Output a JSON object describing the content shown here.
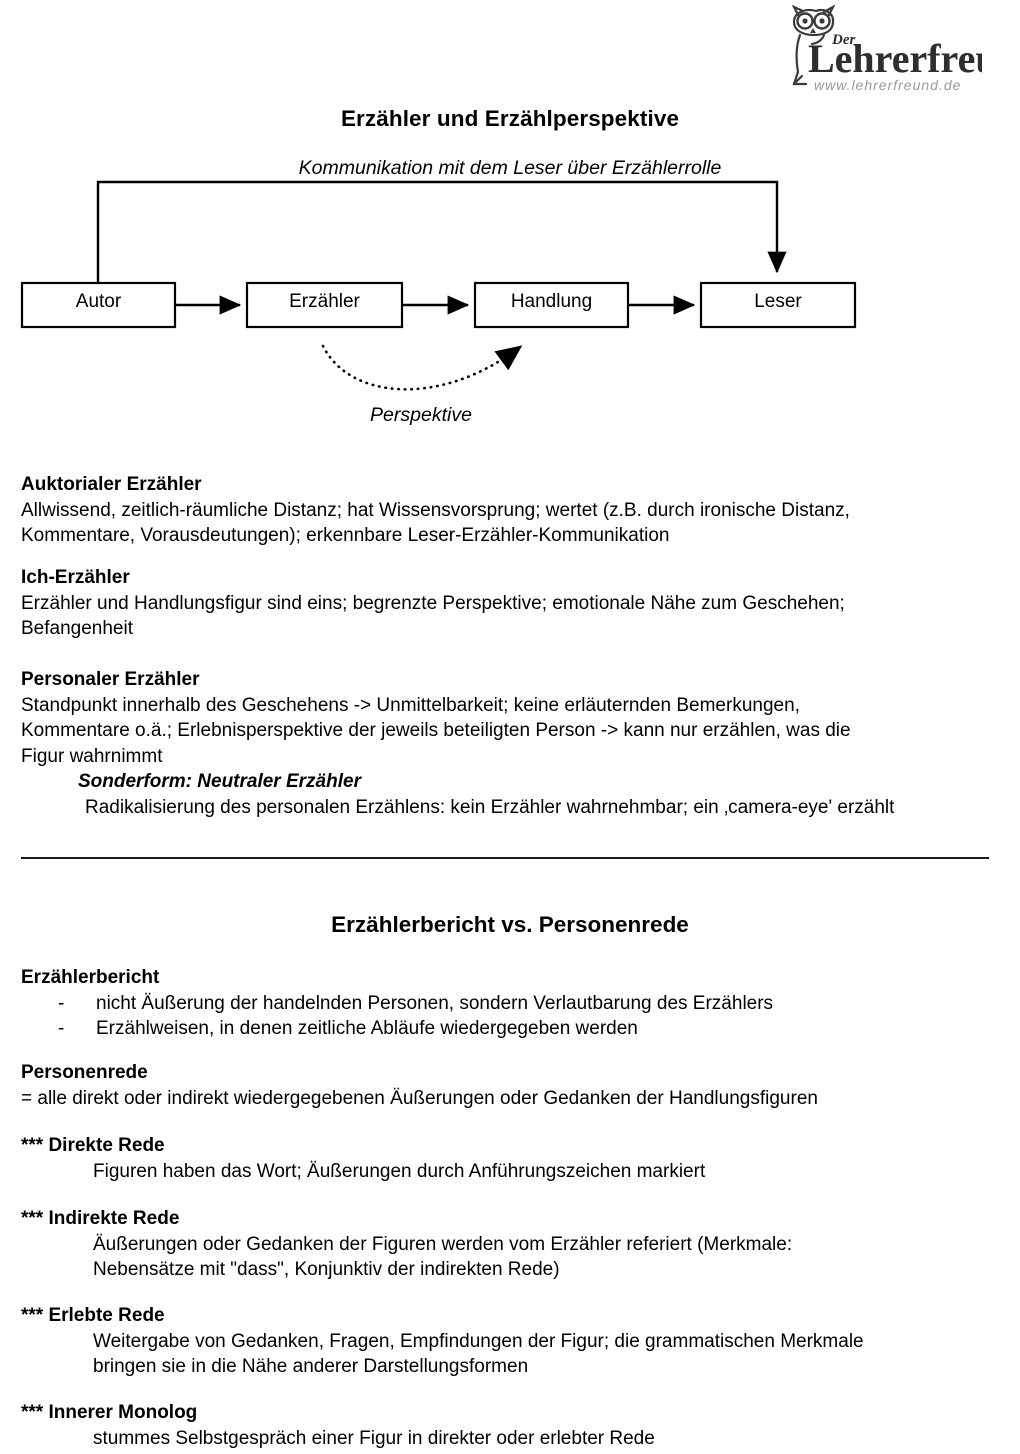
{
  "logo": {
    "brand_small": "Der",
    "brand": "Lehrerfreund",
    "url": "www.lehrerfreund.de",
    "icon": "owl-with-glasses-icon"
  },
  "title": "Erzähler und Erzählperspektive",
  "diagram": {
    "caption_top": "Kommunikation mit dem Leser über Erzählerrolle",
    "caption_bottom": "Perspektive",
    "boxes": [
      {
        "label": "Autor"
      },
      {
        "label": "Erzähler"
      },
      {
        "label": "Handlung"
      },
      {
        "label": "Leser"
      }
    ]
  },
  "sections": [
    {
      "heading": "Auktorialer Erzähler",
      "lines": [
        "Allwissend, zeitlich-räumliche Distanz; hat Wissensvorsprung; wertet (z.B. durch ironische Distanz,",
        "Kommentare, Vorausdeutungen); erkennbare Leser-Erzähler-Kommunikation"
      ]
    },
    {
      "heading": "Ich-Erzähler",
      "lines": [
        "Erzähler und Handlungsfigur sind eins; begrenzte Perspektive; emotionale Nähe zum Geschehen;",
        "Befangenheit"
      ]
    },
    {
      "heading": "Personaler Erzähler",
      "lines": [
        "Standpunkt innerhalb des Geschehens -> Unmittelbarkeit; keine erläuternden Bemerkungen,",
        "Kommentare o.ä.; Erlebnisperspektive der jeweils beteiligten Person -> kann nur erzählen, was die",
        "Figur wahrnimmt"
      ],
      "subheading": "Sonderform: Neutraler Erzähler",
      "sublines": [
        "Radikalisierung des personalen Erzählens: kein Erzähler wahrnehmbar; ein ‚camera-eye' erzählt"
      ]
    }
  ],
  "title2": "Erzählerbericht vs. Personenrede",
  "sections2": [
    {
      "heading": "Erzählerbericht",
      "bullet_mark": "-",
      "bullets": [
        "nicht Äußerung der handelnden Personen, sondern Verlautbarung des Erzählers",
        "Erzählweisen, in denen zeitliche Abläufe wiedergegeben werden"
      ]
    },
    {
      "heading": "Personenrede",
      "lines": [
        "= alle direkt oder indirekt wiedergegebenen Äußerungen oder Gedanken der Handlungsfiguren"
      ]
    },
    {
      "heading": "*** Direkte Rede",
      "indented": [
        "Figuren haben das Wort; Äußerungen durch Anführungszeichen markiert"
      ]
    },
    {
      "heading": "*** Indirekte Rede",
      "indented": [
        "Äußerungen oder Gedanken der Figuren werden vom Erzähler referiert (Merkmale:",
        "Nebensätze mit \"dass\", Konjunktiv der indirekten Rede)"
      ]
    },
    {
      "heading": "*** Erlebte Rede",
      "indented": [
        "Weitergabe von Gedanken, Fragen, Empfindungen der Figur; die grammatischen Merkmale",
        "bringen sie in die Nähe anderer Darstellungsformen"
      ]
    },
    {
      "heading": "*** Innerer Monolog",
      "indented": [
        "stummes Selbstgespräch einer Figur in direkter oder erlebter Rede"
      ]
    }
  ]
}
